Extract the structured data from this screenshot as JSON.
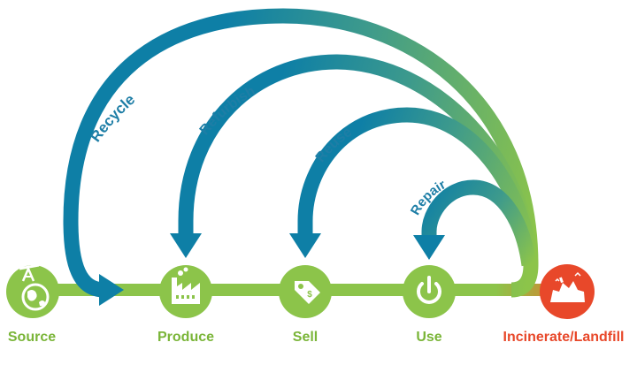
{
  "colors": {
    "green": "#8cc44a",
    "green_dark": "#7ab538",
    "teal": "#0e7fa6",
    "orange": "#e8482a",
    "orange_dark": "#c9371d",
    "label_green": "#7ab538",
    "label_orange": "#e8482a",
    "label_teal": "#1e7ea6"
  },
  "nodes": [
    {
      "id": "source",
      "label": "Source",
      "icon": "oil-derrick-globe-icon"
    },
    {
      "id": "produce",
      "label": "Produce",
      "icon": "factory-icon"
    },
    {
      "id": "sell",
      "label": "Sell",
      "icon": "price-tag-icon"
    },
    {
      "id": "use",
      "label": "Use",
      "icon": "power-icon"
    },
    {
      "id": "incinerate",
      "label": "Incinerate/Landfill",
      "icon": "landfill-waste-icon"
    }
  ],
  "loops": [
    {
      "id": "recycle",
      "label": "Recycle",
      "target": "produce"
    },
    {
      "id": "refurbish",
      "label": "Refurbish",
      "target": "produce"
    },
    {
      "id": "reuse",
      "label": "Reuse",
      "target": "sell"
    },
    {
      "id": "repair",
      "label": "Repair",
      "target": "use"
    }
  ]
}
